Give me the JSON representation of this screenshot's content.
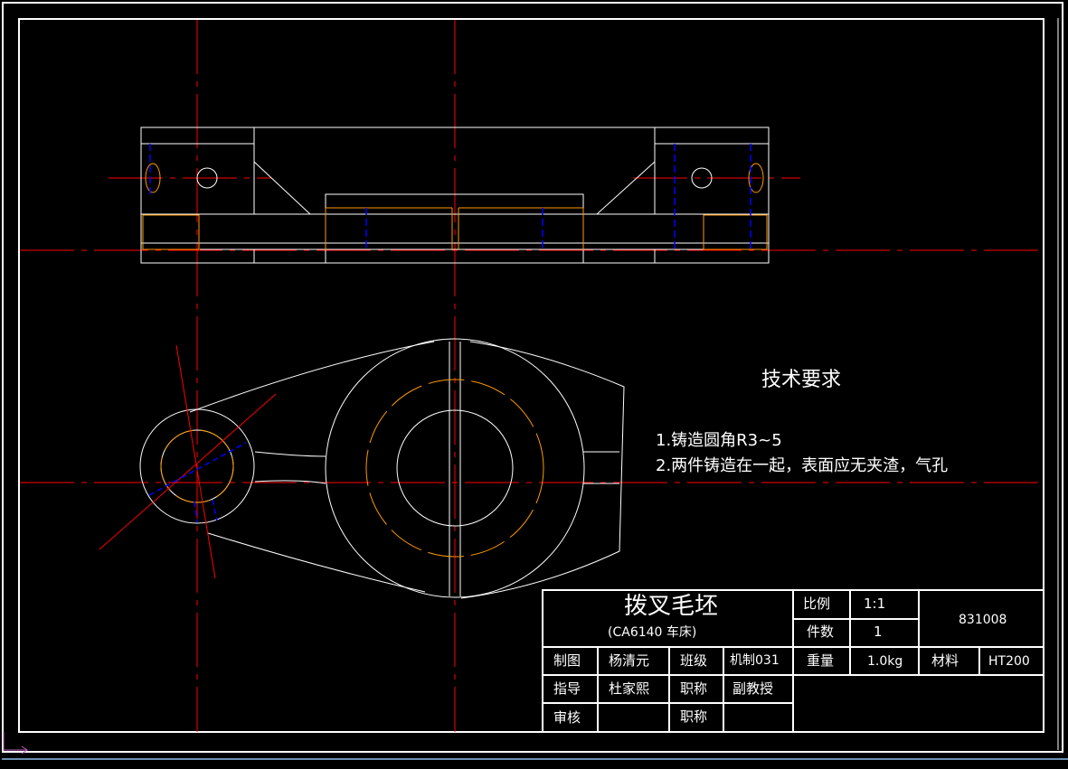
{
  "drawing": {
    "tech_requirements": {
      "title": "技术要求",
      "items": [
        "1.铸造圆角R3~5",
        "2.两件铸造在一起，表面应无夹渣，气孔"
      ]
    },
    "title_block": {
      "part_name": "拨叉毛坯",
      "machine": "(CA6140 车床)",
      "scale_label": "比例",
      "scale_value": "1:1",
      "qty_label": "件数",
      "qty_value": "1",
      "drawing_no": "831008",
      "weight_label": "重量",
      "weight_value": "1.0kg",
      "material_label": "材料",
      "material_value": "HT200",
      "drawn_label": "制图",
      "drawn_by": "杨清元",
      "class_label": "班级",
      "class_value": "机制031",
      "guide_label": "指导",
      "guide_by": "杜家熙",
      "title_label_1": "职称",
      "title_value_1": "副教授",
      "review_label": "审核",
      "title_label_2": "职称"
    },
    "colors": {
      "background": "#000000",
      "outline": "#ffffff",
      "centerline": "#ff0000",
      "hidden": "#0000ff",
      "fillet": "#ff9900"
    }
  }
}
